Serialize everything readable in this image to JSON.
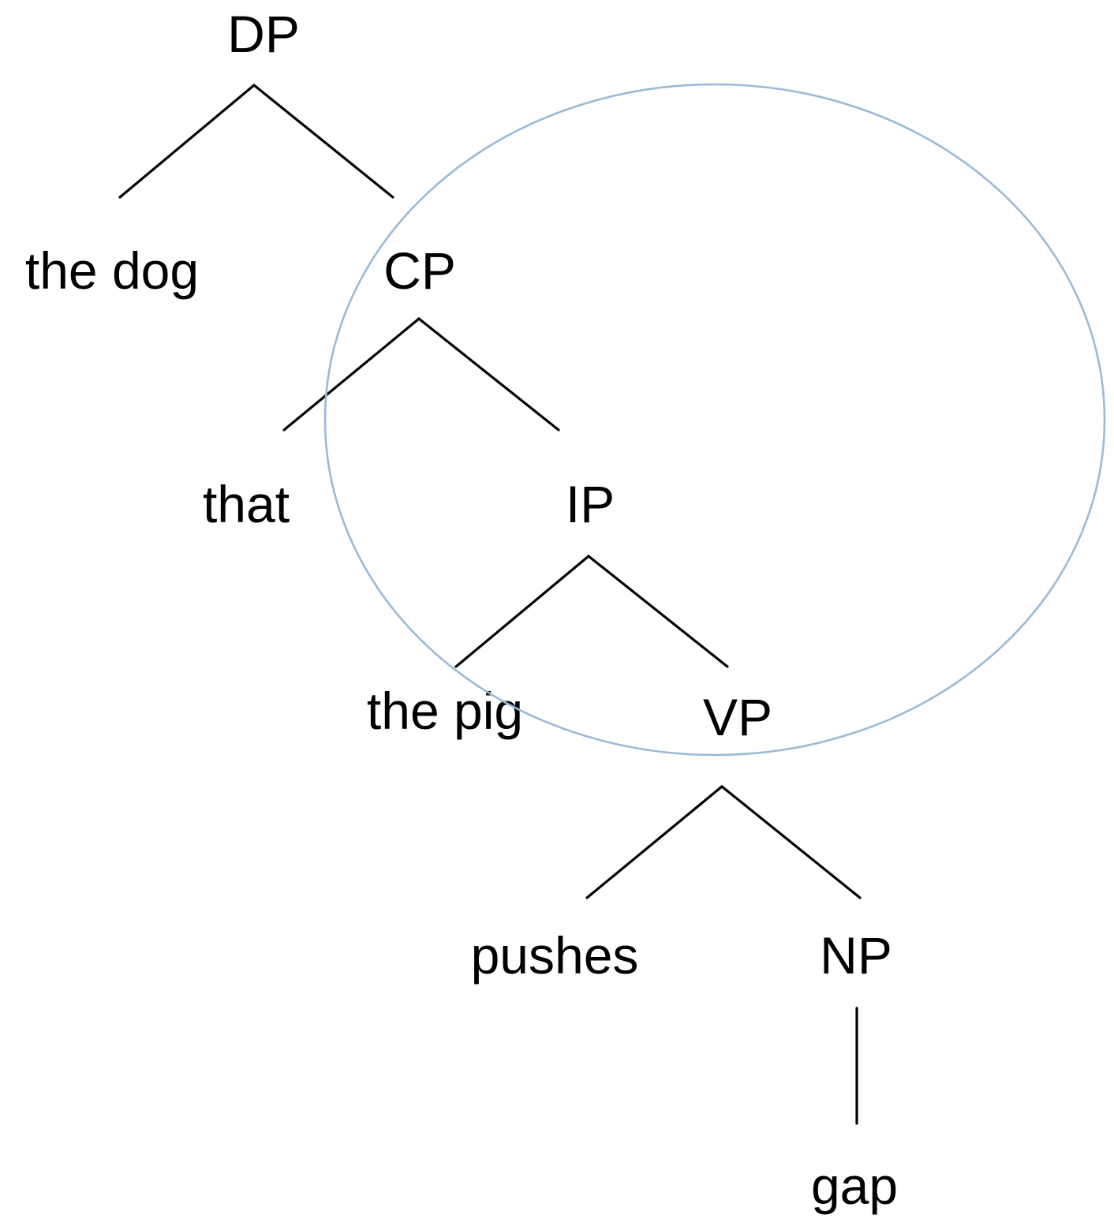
{
  "colors": {
    "line": "#000000",
    "highlight_ellipse": "#9bbad7",
    "text": "#000000",
    "background": "#ffffff"
  },
  "tree": {
    "nodes": {
      "dp": "DP",
      "the_dog": "the dog",
      "cp": "CP",
      "that": "that",
      "ip": "IP",
      "the_pig": "the pig",
      "vp": "VP",
      "pushes": "pushes",
      "np": "NP",
      "gap": "gap"
    },
    "edges": [
      [
        "dp",
        "the_dog"
      ],
      [
        "dp",
        "cp"
      ],
      [
        "cp",
        "that"
      ],
      [
        "cp",
        "ip"
      ],
      [
        "ip",
        "the_pig"
      ],
      [
        "ip",
        "vp"
      ],
      [
        "vp",
        "pushes"
      ],
      [
        "vp",
        "np"
      ],
      [
        "np",
        "gap"
      ]
    ],
    "highlighted_constituent": "cp"
  }
}
